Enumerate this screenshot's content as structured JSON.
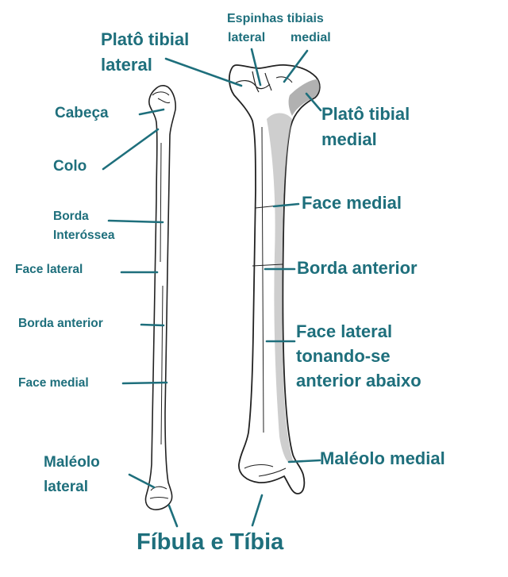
{
  "title": "Fíbula e Tíbia",
  "accent_color": "#1e6f7c",
  "fibula_labels": {
    "head": "Cabeça",
    "neck": "Colo",
    "interosseous_border_1": "Borda",
    "interosseous_border_2": "Interóssea",
    "lateral_face": "Face lateral",
    "anterior_border": "Borda anterior",
    "medial_face": "Face medial",
    "lateral_malleolus_1": "Maléolo",
    "lateral_malleolus_2": "lateral"
  },
  "tibia_labels": {
    "lateral_plateau_1": "Platô tibial",
    "lateral_plateau_2": "lateral",
    "spines_title": "Espinhas tibiais",
    "spines_lateral": "lateral",
    "spines_medial": "medial",
    "medial_plateau_1": "Platô tibial",
    "medial_plateau_2": "medial",
    "medial_face": "Face medial",
    "anterior_border": "Borda anterior",
    "lateral_face_1": "Face lateral",
    "lateral_face_2": "tonando-se",
    "lateral_face_3": "anterior abaixo",
    "medial_malleolus": "Maléolo medial"
  }
}
